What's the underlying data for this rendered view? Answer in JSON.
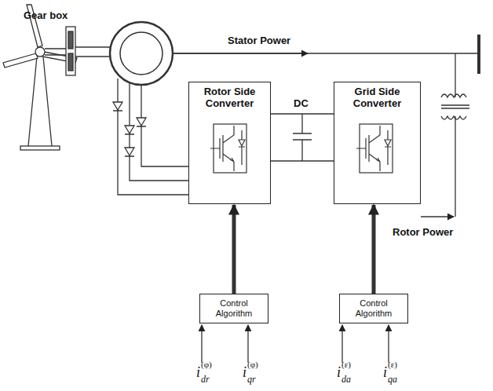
{
  "diagram": {
    "nodes": [
      {
        "text": [
          "Rotor Side Converter"
        ]
      },
      {
        "text": [
          "Grid Side Converter"
        ]
      },
      {
        "text": [
          "Control Algorithm"
        ]
      },
      {
        "text": [
          "Control Algorithm"
        ]
      }
    ],
    "edges": [
      {
        "from": 0,
        "to": 1,
        "arrow": "none"
      },
      {
        "from": 2,
        "to": 0,
        "arrow": "to"
      },
      {
        "from": 3,
        "to": 1,
        "arrow": "to"
      }
    ],
    "labels": [
      "Gear box",
      "Stator Power",
      "DC",
      "Rotor Power",
      "i",
      "dr",
      "(φ)",
      "i",
      "qr",
      "(φ)",
      "i",
      "da",
      "(ε)",
      "i",
      "qa",
      "(ε)"
    ]
  }
}
